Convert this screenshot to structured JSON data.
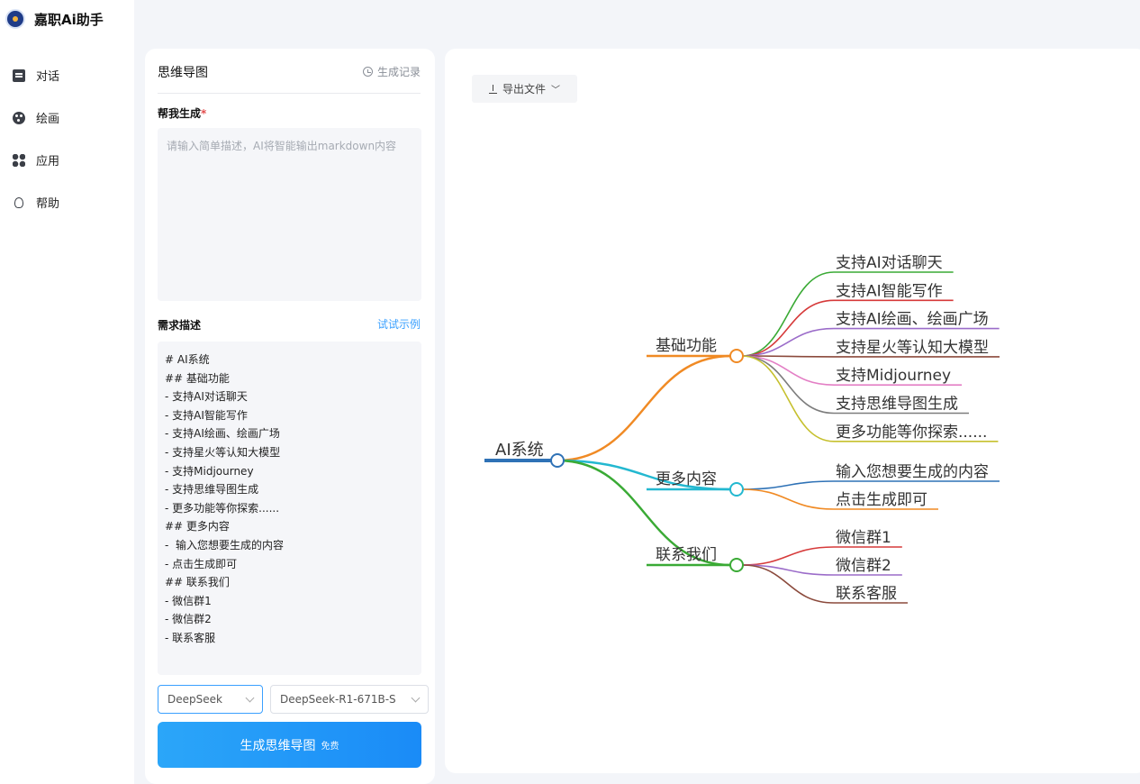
{
  "brand": {
    "name": "嘉职Ai助手"
  },
  "nav": [
    {
      "label": "对话",
      "icon": "chat-icon"
    },
    {
      "label": "绘画",
      "icon": "palette-icon"
    },
    {
      "label": "应用",
      "icon": "apps-icon"
    },
    {
      "label": "帮助",
      "icon": "user-icon"
    }
  ],
  "panel": {
    "title": "思维导图",
    "history_label": "生成记录",
    "help_label": "帮我生成",
    "prompt_placeholder": "请输入简单描述，AI将智能输出markdown内容",
    "desc_label": "需求描述",
    "example_link": "试试示例",
    "markdown": "# AI系统\n## 基础功能\n- 支持AI对话聊天\n- 支持AI智能写作\n- 支持AI绘画、绘画广场\n- 支持星火等认知大模型\n- 支持Midjourney\n- 支持思维导图生成\n- 更多功能等你探索......\n## 更多内容\n-  输入您想要生成的内容\n- 点击生成即可\n## 联系我们\n- 微信群1\n- 微信群2\n- 联系客服",
    "model_provider": "DeepSeek",
    "model_name": "DeepSeek-R1-671B-S",
    "generate_label": "生成思维导图",
    "generate_badge": "免费"
  },
  "main": {
    "export_label": "导出文件"
  },
  "mindmap": {
    "root": "AI系统",
    "branches": [
      {
        "label": "基础功能",
        "color": "#f08a24",
        "children": [
          {
            "label": "支持AI对话聊天",
            "color": "#3aaa35"
          },
          {
            "label": "支持AI智能写作",
            "color": "#d63a3a"
          },
          {
            "label": "支持AI绘画、绘画广场",
            "color": "#9b6cc9"
          },
          {
            "label": "支持星火等认知大模型",
            "color": "#8b4a3c"
          },
          {
            "label": "支持Midjourney",
            "color": "#e37fc5"
          },
          {
            "label": "支持思维导图生成",
            "color": "#7d7d7d"
          },
          {
            "label": "更多功能等你探索......",
            "color": "#c6c02e"
          }
        ]
      },
      {
        "label": "更多内容",
        "color": "#23b8d0",
        "children": [
          {
            "label": "输入您想要生成的内容",
            "color": "#2f72b6"
          },
          {
            "label": "点击生成即可",
            "color": "#f08a24"
          }
        ]
      },
      {
        "label": "联系我们",
        "color": "#3aaa35",
        "children": [
          {
            "label": "微信群1",
            "color": "#d63a3a"
          },
          {
            "label": "微信群2",
            "color": "#9b6cc9"
          },
          {
            "label": "联系客服",
            "color": "#8b4a3c"
          }
        ]
      }
    ],
    "root_color": "#2f72b6"
  }
}
